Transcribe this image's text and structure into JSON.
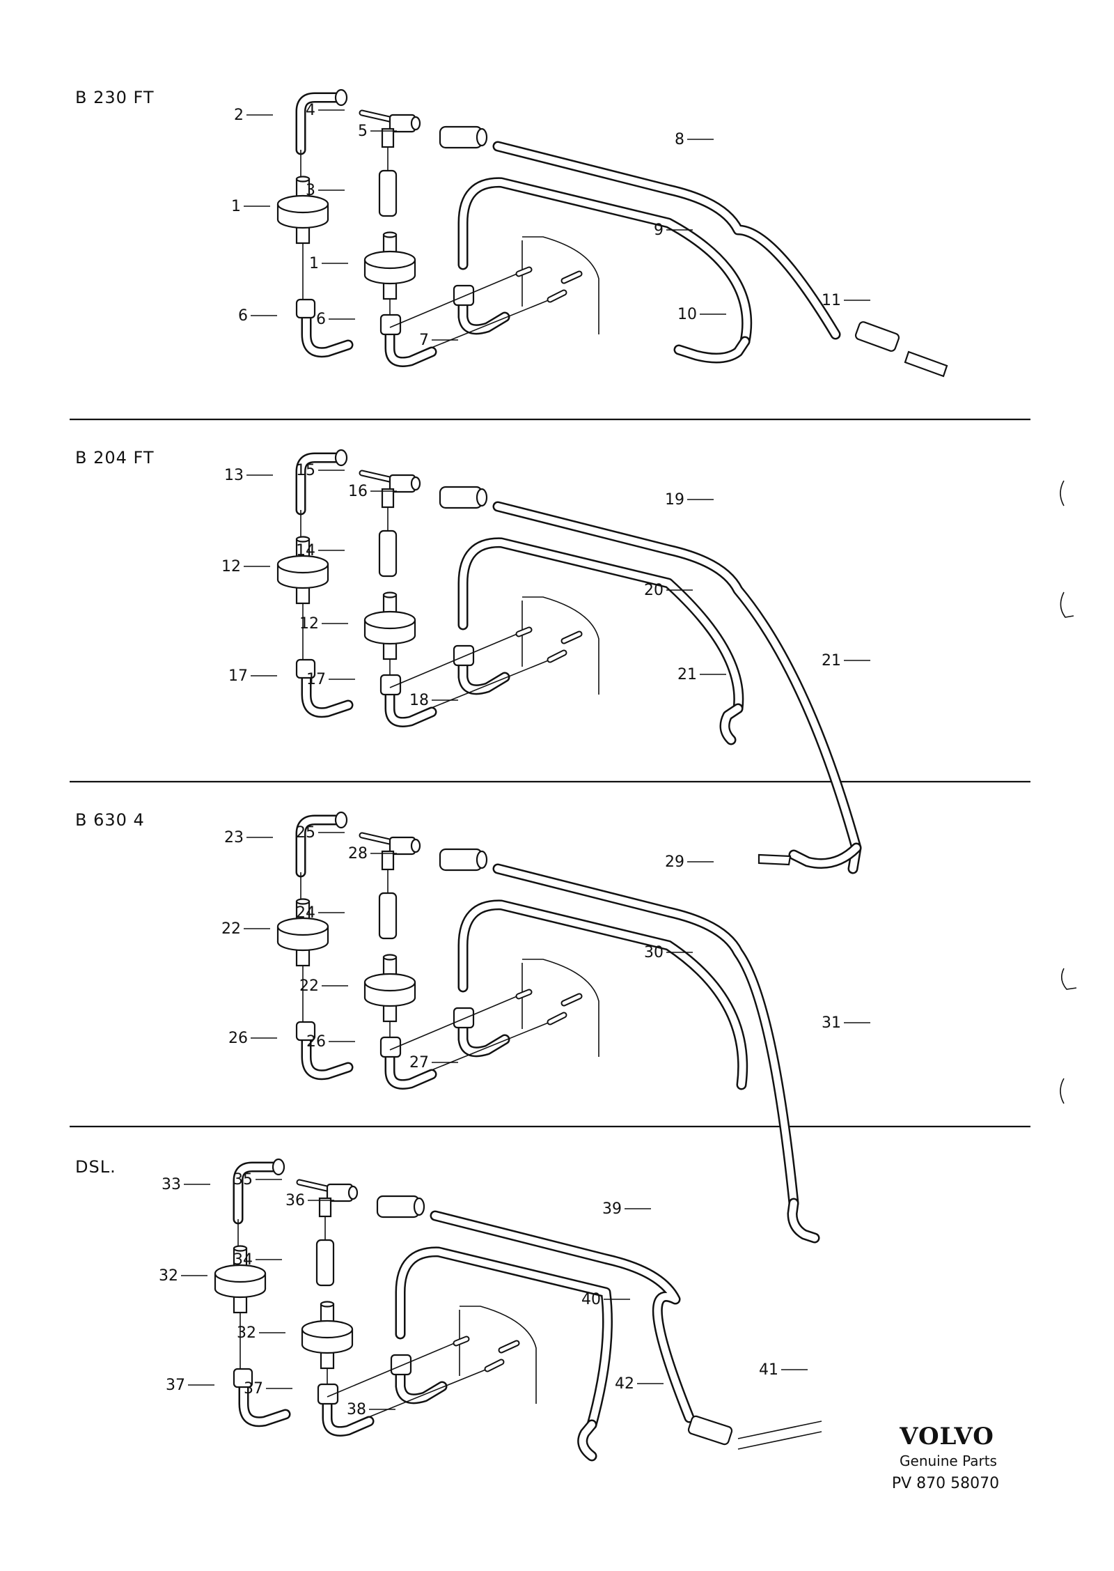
{
  "sections": [
    {
      "title": "B 230 FT",
      "labels": [
        {
          "text": "2",
          "ref": "elbow"
        },
        {
          "text": "4",
          "ref": "tee"
        },
        {
          "text": "5",
          "ref": "coupler"
        },
        {
          "text": "8",
          "ref": "outer"
        },
        {
          "text": "1",
          "ref": "filterA"
        },
        {
          "text": "3",
          "ref": "nipple"
        },
        {
          "text": "1",
          "ref": "filterB"
        },
        {
          "text": "9",
          "ref": "inner"
        },
        {
          "text": "11",
          "ref": "end"
        },
        {
          "text": "6",
          "ref": "bendA"
        },
        {
          "text": "10",
          "ref": "innerEnd"
        },
        {
          "text": "7",
          "ref": "bendC"
        },
        {
          "text": "6",
          "ref": "bendB"
        }
      ]
    },
    {
      "title": "B 204 FT",
      "labels": [
        {
          "text": "13",
          "ref": "elbow"
        },
        {
          "text": "16",
          "ref": "coupler"
        },
        {
          "text": "15",
          "ref": "tee"
        },
        {
          "text": "19",
          "ref": "outer"
        },
        {
          "text": "14",
          "ref": "nipple"
        },
        {
          "text": "12",
          "ref": "filterA"
        },
        {
          "text": "12",
          "ref": "filterB"
        },
        {
          "text": "20",
          "ref": "inner"
        },
        {
          "text": "17",
          "ref": "bendA"
        },
        {
          "text": "21",
          "ref": "innerEnd"
        },
        {
          "text": "21",
          "ref": "end"
        },
        {
          "text": "18",
          "ref": "bendC"
        },
        {
          "text": "17",
          "ref": "bendB"
        }
      ]
    },
    {
      "title": "B 630 4",
      "labels": [
        {
          "text": "28",
          "ref": "coupler"
        },
        {
          "text": "23",
          "ref": "elbow"
        },
        {
          "text": "25",
          "ref": "tee"
        },
        {
          "text": "29",
          "ref": "outer"
        },
        {
          "text": "24",
          "ref": "nipple"
        },
        {
          "text": "22",
          "ref": "filterA"
        },
        {
          "text": "22",
          "ref": "filterB"
        },
        {
          "text": "30",
          "ref": "inner"
        },
        {
          "text": "26",
          "ref": "bendA"
        },
        {
          "text": "27",
          "ref": "bendC"
        },
        {
          "text": "31",
          "ref": "end"
        },
        {
          "text": "26",
          "ref": "bendB"
        }
      ]
    },
    {
      "title": "DSL.",
      "labels": [
        {
          "text": "36",
          "ref": "coupler"
        },
        {
          "text": "33",
          "ref": "elbow"
        },
        {
          "text": "35",
          "ref": "tee"
        },
        {
          "text": "39",
          "ref": "outer"
        },
        {
          "text": "34",
          "ref": "nipple"
        },
        {
          "text": "32",
          "ref": "filterA"
        },
        {
          "text": "32",
          "ref": "filterB"
        },
        {
          "text": "40",
          "ref": "inner"
        },
        {
          "text": "41",
          "ref": "end"
        },
        {
          "text": "37",
          "ref": "bendA"
        },
        {
          "text": "42",
          "ref": "innerEnd"
        },
        {
          "text": "38",
          "ref": "bendC"
        },
        {
          "text": "37",
          "ref": "bendB"
        }
      ]
    }
  ],
  "footer": {
    "brand": "VOLVO",
    "subtitle": "Genuine Parts",
    "code": "PV 870  58070"
  }
}
